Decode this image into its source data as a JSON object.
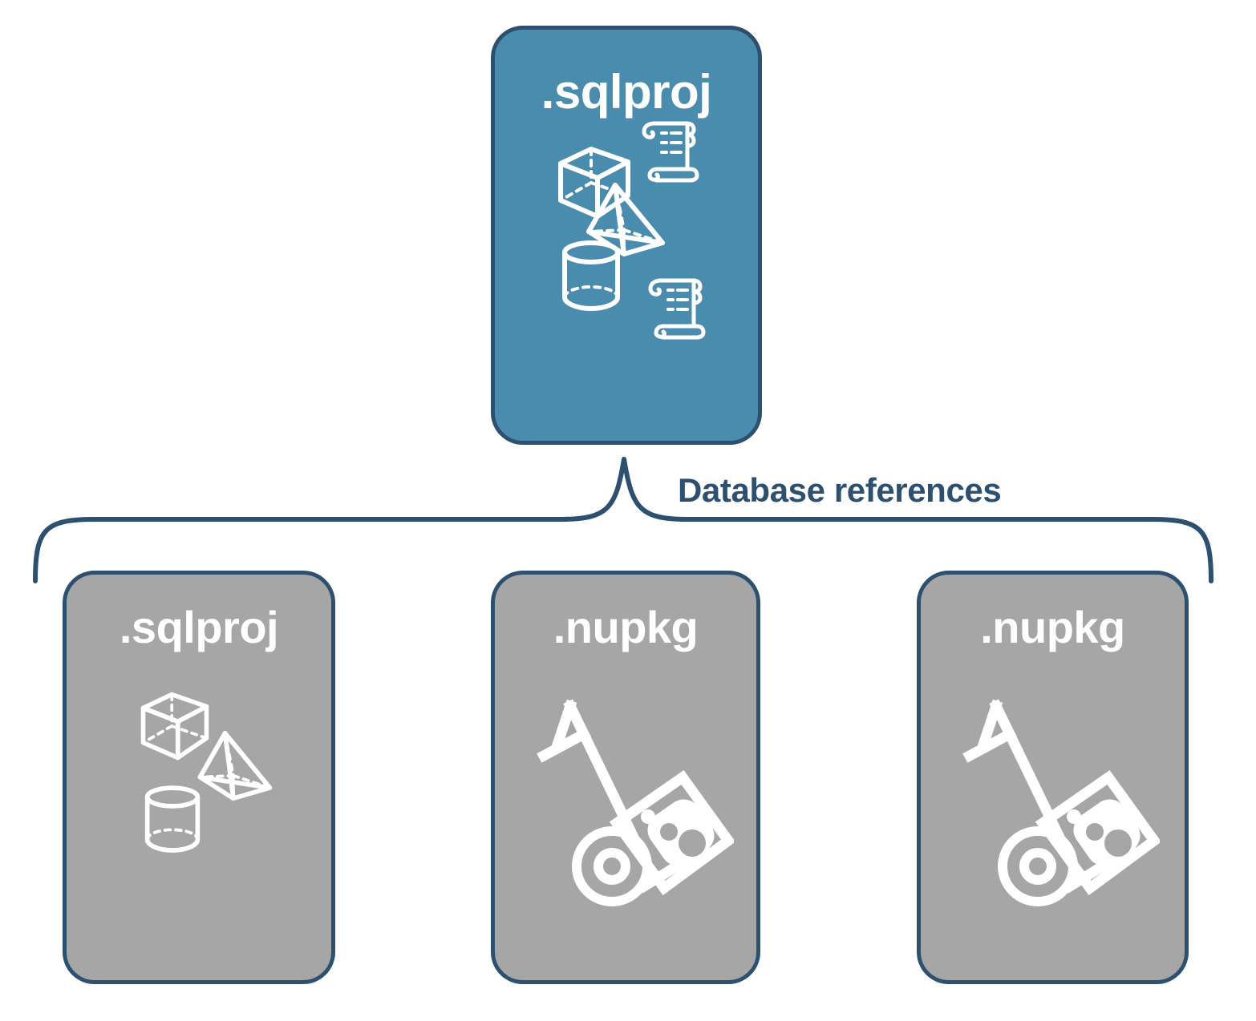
{
  "diagram": {
    "title_text": "Database references",
    "colors": {
      "primary_fill": "#4a8cae",
      "secondary_fill": "#a6a6a6",
      "stroke": "#2d5070",
      "icon": "#ffffff",
      "background": "#ffffff"
    },
    "connector": {
      "name": "database-references-brace",
      "label": "Database references"
    },
    "root": {
      "label": ".sqlproj",
      "kind": "sqlproj",
      "fill": "primary",
      "icons": [
        "cube-icon",
        "pyramid-icon",
        "cylinder-icon",
        "scroll-icon",
        "scroll-icon"
      ]
    },
    "references": [
      {
        "label": ".sqlproj",
        "kind": "sqlproj",
        "fill": "secondary",
        "icons": [
          "cube-icon",
          "pyramid-icon",
          "cylinder-icon"
        ]
      },
      {
        "label": ".nupkg",
        "kind": "nupkg",
        "fill": "secondary",
        "icons": [
          "hand-truck-icon",
          "nuget-package-icon"
        ]
      },
      {
        "label": ".nupkg",
        "kind": "nupkg",
        "fill": "secondary",
        "icons": [
          "hand-truck-icon",
          "nuget-package-icon"
        ]
      }
    ]
  }
}
